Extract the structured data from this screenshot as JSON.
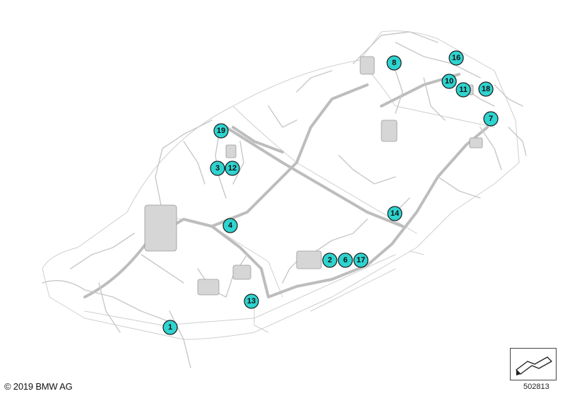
{
  "diagram": {
    "callout_color": "#2fd3cf",
    "harness_color": "#c4c4c4",
    "callouts": [
      {
        "label": "1"
      },
      {
        "label": "2"
      },
      {
        "label": "3"
      },
      {
        "label": "4"
      },
      {
        "label": "6"
      },
      {
        "label": "7"
      },
      {
        "label": "8"
      },
      {
        "label": "10"
      },
      {
        "label": "11"
      },
      {
        "label": "12"
      },
      {
        "label": "13"
      },
      {
        "label": "14"
      },
      {
        "label": "16"
      },
      {
        "label": "17"
      },
      {
        "label": "18"
      },
      {
        "label": "19"
      }
    ]
  },
  "footer": {
    "copyright": "© 2019 BMW AG",
    "drawing_number": "502813",
    "nav_icon": "arrow-down-left-icon"
  }
}
